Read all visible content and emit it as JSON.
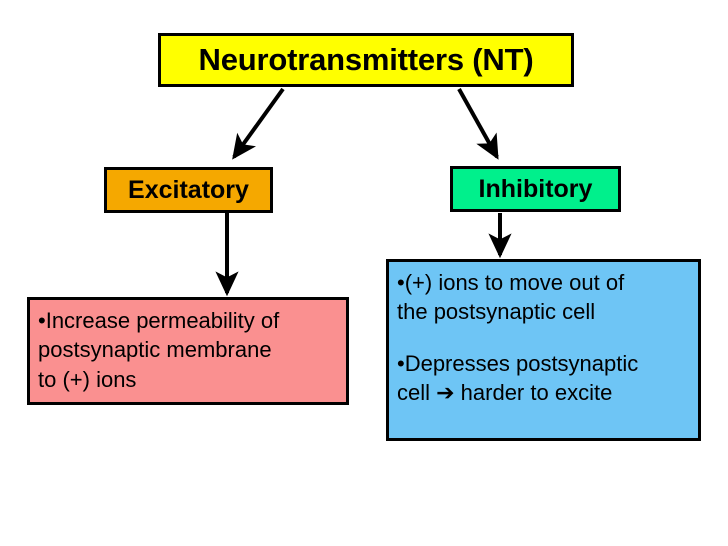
{
  "diagram": {
    "title_node": {
      "label": "Neurotransmitters (NT)",
      "color": "#ffff00"
    },
    "branches": [
      {
        "label": "Excitatory",
        "color": "#f5a800",
        "detail": {
          "color": "#fa9090",
          "lines": [
            "•Increase permeability of",
            "postsynaptic membrane",
            "to (+) ions"
          ]
        }
      },
      {
        "label": "Inhibitory",
        "color": "#00f08c",
        "detail": {
          "color": "#6ec5f5",
          "lines_group_one": [
            "•(+) ions to move out of",
            "the postsynaptic cell"
          ],
          "lines_group_two": [
            "•Depresses postsynaptic",
            "cell ➔ harder to excite"
          ]
        }
      }
    ],
    "connectors": [
      {
        "name": "title-to-excitatory",
        "type": "diagonal-arrow"
      },
      {
        "name": "title-to-inhibitory",
        "type": "diagonal-arrow"
      },
      {
        "name": "excitatory-to-detail",
        "type": "vertical-arrow"
      },
      {
        "name": "inhibitory-to-detail",
        "type": "vertical-arrow"
      }
    ],
    "stroke_color": "#000000"
  }
}
